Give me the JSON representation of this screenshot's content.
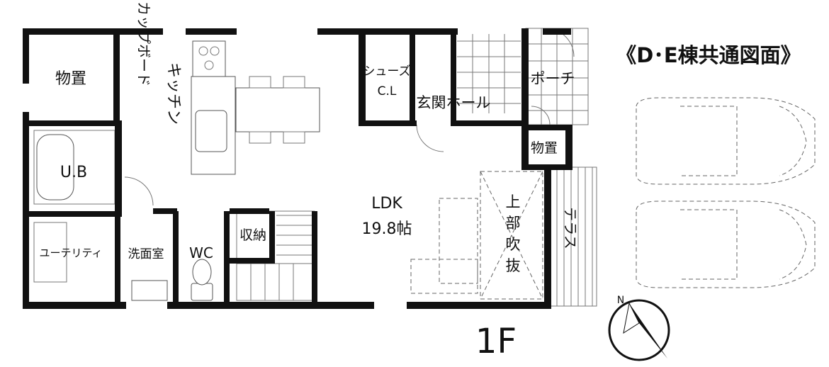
{
  "title": "《D･E棟共通図面》",
  "floor": "1F",
  "rooms": {
    "storage_top": "物置",
    "cupboard": "カップボード",
    "kitchen": "キッチン",
    "shoes_cl_1": "シューズ",
    "shoes_cl_2": "C.L",
    "entrance_hall": "玄関ホール",
    "porch": "ポーチ",
    "storage_right": "物置",
    "ub": "U.B",
    "ldk_1": "LDK",
    "ldk_2": "19.8帖",
    "void_1": "上",
    "void_2": "部",
    "void_3": "吹",
    "void_4": "抜",
    "terrace": "テラス",
    "utility": "ユーテリティ",
    "washroom": "洗面室",
    "wc": "WC",
    "closet": "収納"
  },
  "compass": {
    "label": "N"
  },
  "icons": [
    "compass-icon",
    "car-icon"
  ]
}
